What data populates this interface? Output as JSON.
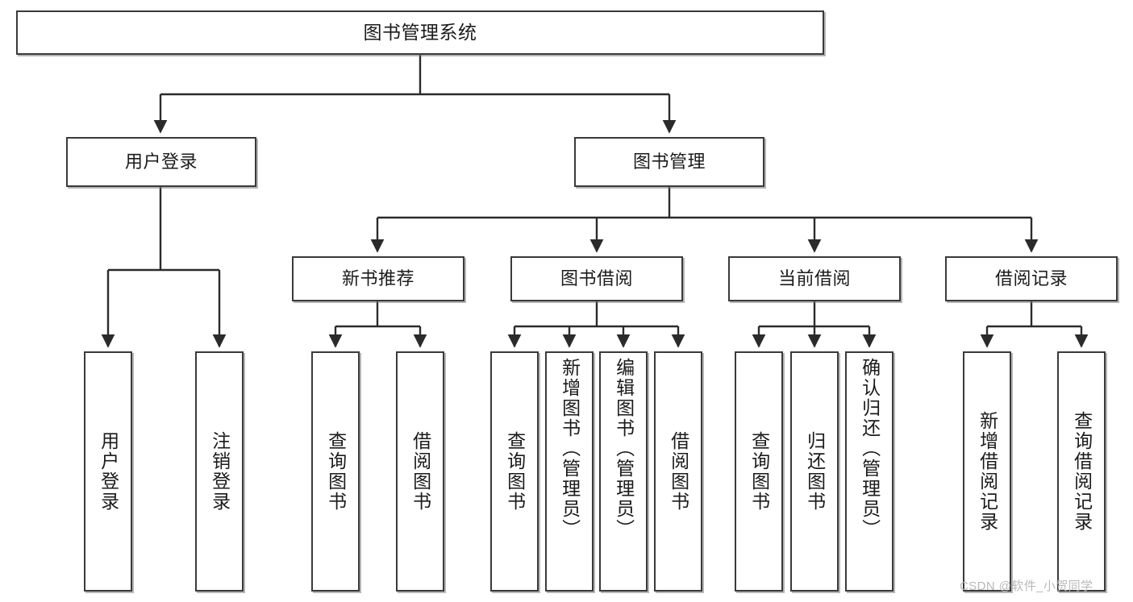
{
  "diagram": {
    "type": "tree",
    "title": "图书管理系统",
    "watermark": "CSDN @软件_小贺同学",
    "colors": {
      "background": "#ffffff",
      "node_border": "#3a3a3a",
      "node_fill": "#ffffff",
      "connector": "#2b2b2b",
      "text": "#1b1b1b",
      "watermark": "#b9b9b9"
    },
    "levels": {
      "root": {
        "label": "图书管理系统"
      },
      "level2": [
        {
          "id": "user-login",
          "label": "用户登录"
        },
        {
          "id": "book-manage",
          "label": "图书管理"
        }
      ],
      "level3": [
        {
          "id": "new-book-recommend",
          "label": "新书推荐",
          "parent": "book-manage"
        },
        {
          "id": "book-borrow",
          "label": "图书借阅",
          "parent": "book-manage"
        },
        {
          "id": "current-borrow",
          "label": "当前借阅",
          "parent": "book-manage"
        },
        {
          "id": "borrow-record",
          "label": "借阅记录",
          "parent": "book-manage"
        }
      ],
      "leaves": [
        {
          "id": "leaf-user-login",
          "label": "用户登录",
          "parent": "user-login"
        },
        {
          "id": "leaf-logout-login",
          "label": "注销登录",
          "parent": "user-login"
        },
        {
          "id": "leaf-query-book-1",
          "label": "查询图书",
          "parent": "new-book-recommend"
        },
        {
          "id": "leaf-borrow-book-1",
          "label": "借阅图书",
          "parent": "new-book-recommend"
        },
        {
          "id": "leaf-query-book-2",
          "label": "查询图书",
          "parent": "book-borrow"
        },
        {
          "id": "leaf-add-book",
          "label": "新增图书（管理员）",
          "parent": "book-borrow"
        },
        {
          "id": "leaf-edit-book",
          "label": "编辑图书（管理员）",
          "parent": "book-borrow"
        },
        {
          "id": "leaf-borrow-book-2",
          "label": "借阅图书",
          "parent": "book-borrow"
        },
        {
          "id": "leaf-query-book-3",
          "label": "查询图书",
          "parent": "current-borrow"
        },
        {
          "id": "leaf-return-book",
          "label": "归还图书",
          "parent": "current-borrow"
        },
        {
          "id": "leaf-confirm-return",
          "label": "确认归还（管理员）",
          "parent": "current-borrow"
        },
        {
          "id": "leaf-add-record",
          "label": "新增借阅记录",
          "parent": "borrow-record"
        },
        {
          "id": "leaf-query-record",
          "label": "查询借阅记录",
          "parent": "borrow-record"
        }
      ]
    }
  }
}
